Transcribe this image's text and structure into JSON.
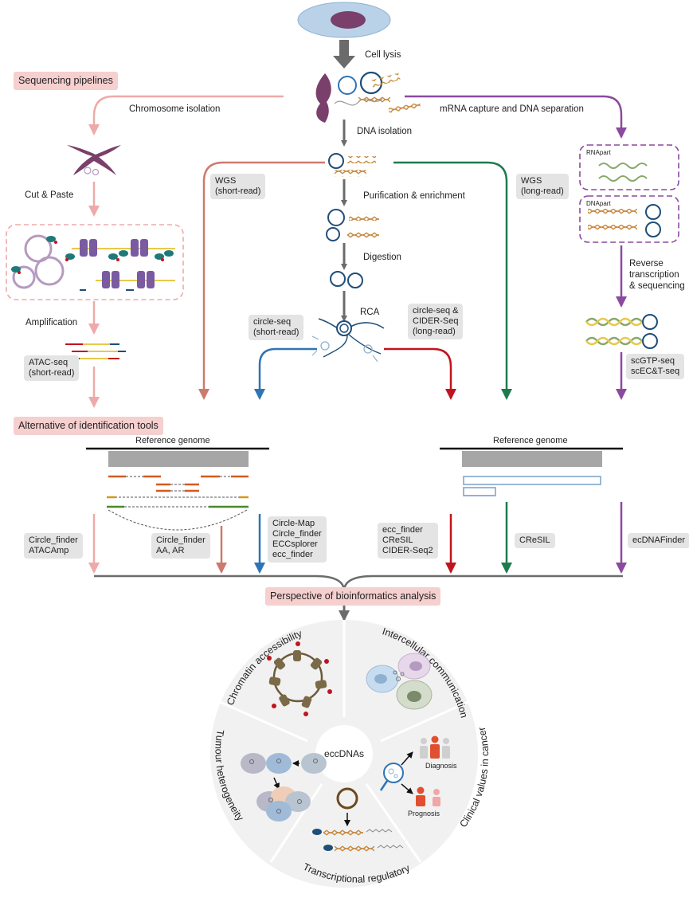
{
  "steps": {
    "cell_lysis": "Cell lysis",
    "chromosome_isolation": "Chromosome isolation",
    "dna_isolation": "DNA isolation",
    "mrna_capture": "mRNA capture and DNA separation",
    "cut_paste": "Cut & Paste",
    "amplification": "Amplification",
    "purification": "Purification & enrichment",
    "digestion": "Digestion",
    "rca": "RCA",
    "reverse_1": "Reverse",
    "reverse_2": "transcription",
    "reverse_3": "& sequencing"
  },
  "headings": {
    "pipelines": "Sequencing pipelines",
    "tools": "Alternative of identification tools",
    "perspective": "Perspective of bioinformatics analysis"
  },
  "methods": {
    "wgs_short_1": "WGS",
    "wgs_short_2": "(short-read)",
    "wgs_long_1": "WGS",
    "wgs_long_2": "(long-read)",
    "circle_short_1": "circle-seq",
    "circle_short_2": "(short-read)",
    "circle_long_1": "circle-seq &",
    "circle_long_2": "CIDER-Seq",
    "circle_long_3": "(long-read)",
    "atac_1": "ATAC-seq",
    "atac_2": "(short-read)",
    "sc_1": "scGTP-seq",
    "sc_2": "scEC&T-seq"
  },
  "parts": {
    "rna": "RNApart",
    "dna": "DNApart"
  },
  "reference": {
    "left": "Reference genome",
    "right": "Reference genome"
  },
  "tools": {
    "t1_1": "Circle_finder",
    "t1_2": "ATACAmp",
    "t2_1": "Circle_finder",
    "t2_2": "AA, AR",
    "t3_1": "Circle-Map",
    "t3_2": "Circle_finder",
    "t3_3": "ECCsplorer",
    "t3_4": "ecc_finder",
    "t4_1": "ecc_finder",
    "t4_2": "CReSIL",
    "t4_3": "CIDER-Seq2",
    "t5": "CReSIL",
    "t6": "ecDNAFinder"
  },
  "wheel": {
    "center": "eccDNAs",
    "chromatin": "Chromatin accessibility",
    "intercellular": "Intercellular communication",
    "clinical": "Clinical values in cancer",
    "transcriptional": "Transcriptional regulatory",
    "tumour": "Tumour heterogeneity",
    "diagnosis": "Diagnosis",
    "prognosis": "Prognosis"
  },
  "colors": {
    "pink": "#eeaaaa",
    "salmon": "#cd7a6e",
    "blue": "#2f74b5",
    "red": "#c0141e",
    "green": "#1e7a4e",
    "purple": "#8b4a9e",
    "gray": "#6b6b6b",
    "heading_bg": "#f6cfcf",
    "box_bg": "#e4e4e4"
  }
}
